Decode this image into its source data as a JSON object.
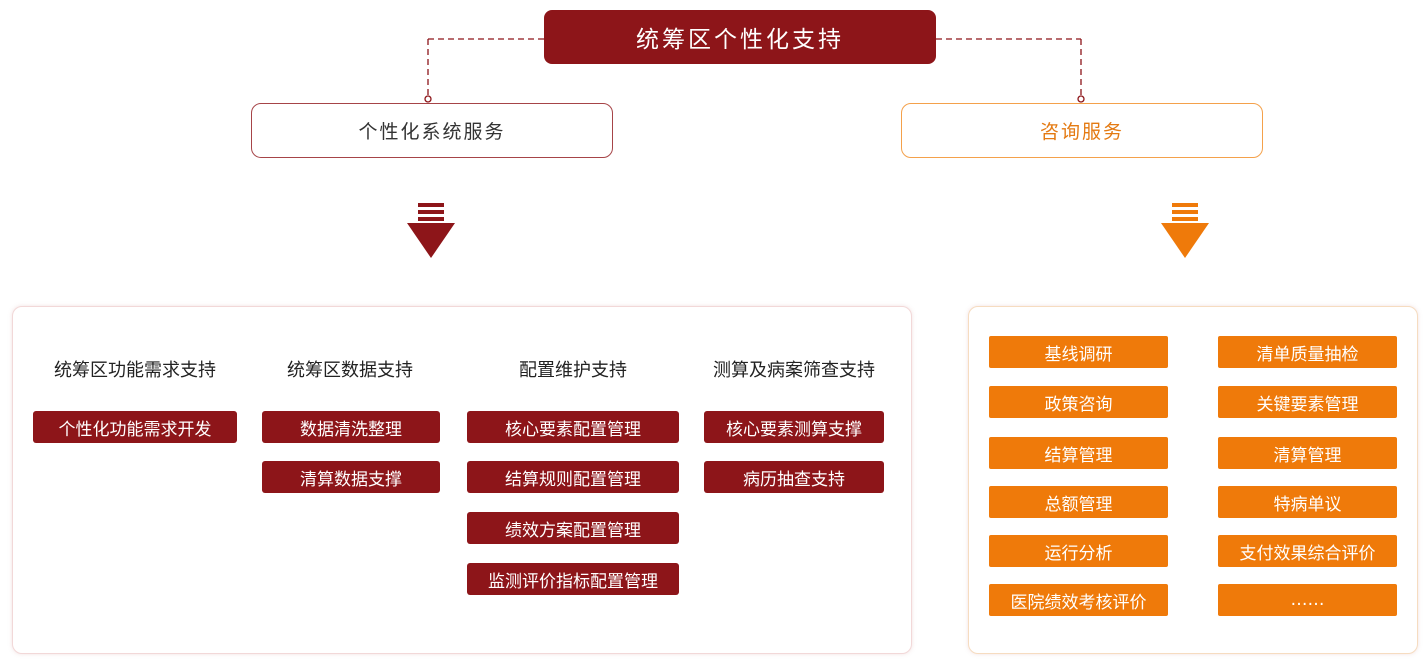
{
  "root": {
    "title": "统筹区个性化支持"
  },
  "services": {
    "left": {
      "title": "个性化系统服务"
    },
    "right": {
      "title": "咨询服务"
    }
  },
  "colors": {
    "dark_red": "#8d1519",
    "orange": "#ef7a0a",
    "orange_text": "#e47a12"
  },
  "personalized": {
    "columns": [
      {
        "title": "统筹区功能需求支持",
        "items": [
          "个性化功能需求开发"
        ]
      },
      {
        "title": "统筹区数据支持",
        "items": [
          "数据清洗整理",
          "清算数据支撑"
        ]
      },
      {
        "title": "配置维护支持",
        "items": [
          "核心要素配置管理",
          "结算规则配置管理",
          "绩效方案配置管理",
          "监测评价指标配置管理"
        ]
      },
      {
        "title": "测算及病案筛查支持",
        "items": [
          "核心要素测算支撑",
          "病历抽查支持"
        ]
      }
    ]
  },
  "consulting": {
    "left_items": [
      "基线调研",
      "政策咨询",
      "结算管理",
      "总额管理",
      "运行分析",
      "医院绩效考核评价"
    ],
    "right_items": [
      "清单质量抽检",
      "关键要素管理",
      "清算管理",
      "特病单议",
      "支付效果综合评价",
      "……"
    ]
  }
}
